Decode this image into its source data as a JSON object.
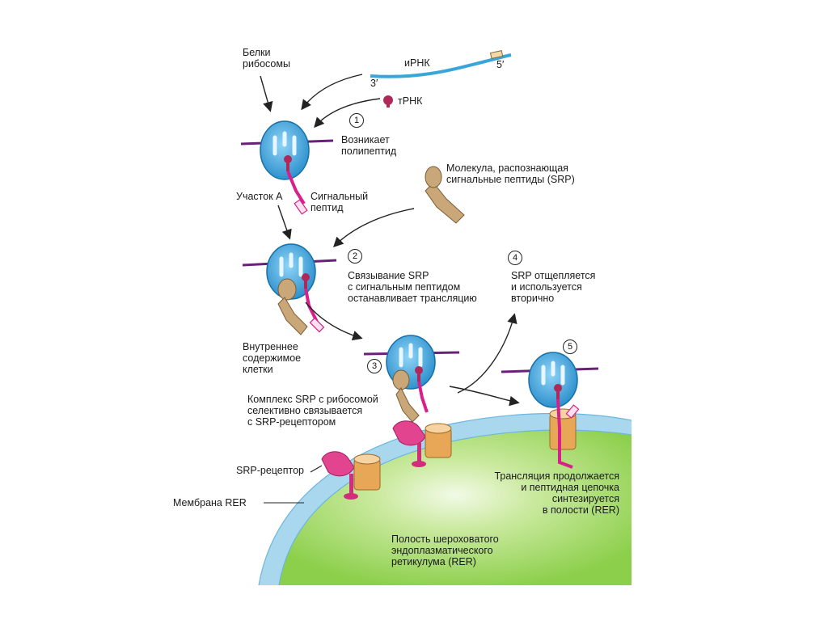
{
  "labels": {
    "ribosome_proteins": "Белки\nрибосомы",
    "mrna": "иРНК",
    "end3": "3′",
    "end5": "5′",
    "trna": "тРНК",
    "polypeptide": "Возникает\nполипептид",
    "srp_molecule": "Молекула, распознающая\nсигнальные пептиды (SRP)",
    "site_a": "Участок А",
    "signal_peptide": "Сигнальный\nпептид",
    "srp_binding": "Связывание SRP\nс сигнальным пептидом\nостанавливает трансляцию",
    "srp_released": "SRP отщепляется\nи используется\nвторично",
    "cytoplasm": "Внутреннее\nсодержимое\nклетки",
    "complex": "Комплекс SRP с рибосомой\nселективно связывается\nс SRP-рецептором",
    "srp_receptor": "SRP-рецептор",
    "rer_membrane": "Мембрана RER",
    "translation_continues": "Трансляция продолжается\nи пептидная цепочка\nсинтезируется\nв полости (RER)",
    "rer_lumen": "Полость шероховатого\nэндоплазматического\nретикулума (RER)"
  },
  "steps": [
    "1",
    "2",
    "3",
    "4",
    "5"
  ],
  "colors": {
    "ribosome": "#2a9fd8",
    "mrna": "#3aa6d8",
    "strand": "#6a1f7a",
    "trna": "#b0275a",
    "peptide": "#d9208a",
    "srp": "#c9a779",
    "receptor": "#e2448f",
    "translocon": "#e8a657",
    "membrane": "#a9d7ee",
    "lumen": "#8bcf4a"
  }
}
